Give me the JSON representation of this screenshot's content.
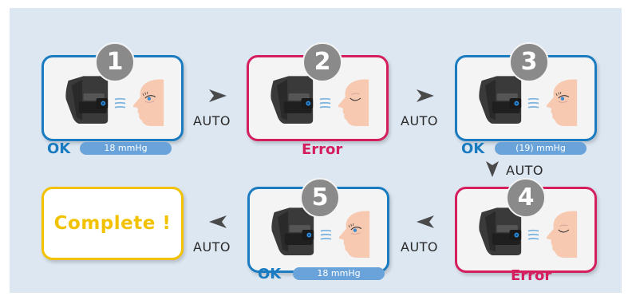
{
  "steps": [
    {
      "number": "1",
      "status": "OK",
      "reading": "18 mmHg"
    },
    {
      "number": "2",
      "status": "Error"
    },
    {
      "number": "3",
      "status": "OK",
      "reading": "(19) mmHg"
    },
    {
      "number": "4",
      "status": "Error"
    },
    {
      "number": "5",
      "status": "OK",
      "reading": "18 mmHg"
    }
  ],
  "transition_label": "AUTO",
  "complete_label": "Complete !",
  "colors": {
    "ok": "#1a7bc0",
    "error": "#d41e5e",
    "complete": "#f2c200",
    "background": "#dde7f2"
  }
}
